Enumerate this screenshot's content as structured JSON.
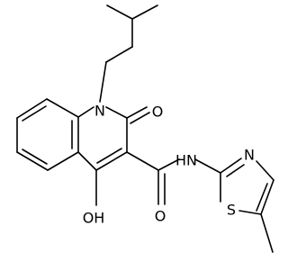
{
  "molecule": {
    "atoms": {
      "n_ring": "N",
      "o_ketone": "O",
      "o_hydroxyl": "OH",
      "n_amide": "N",
      "h_amide": "H",
      "o_amide": "O",
      "n_thiazole": "N",
      "s_thiazole": "S"
    }
  }
}
